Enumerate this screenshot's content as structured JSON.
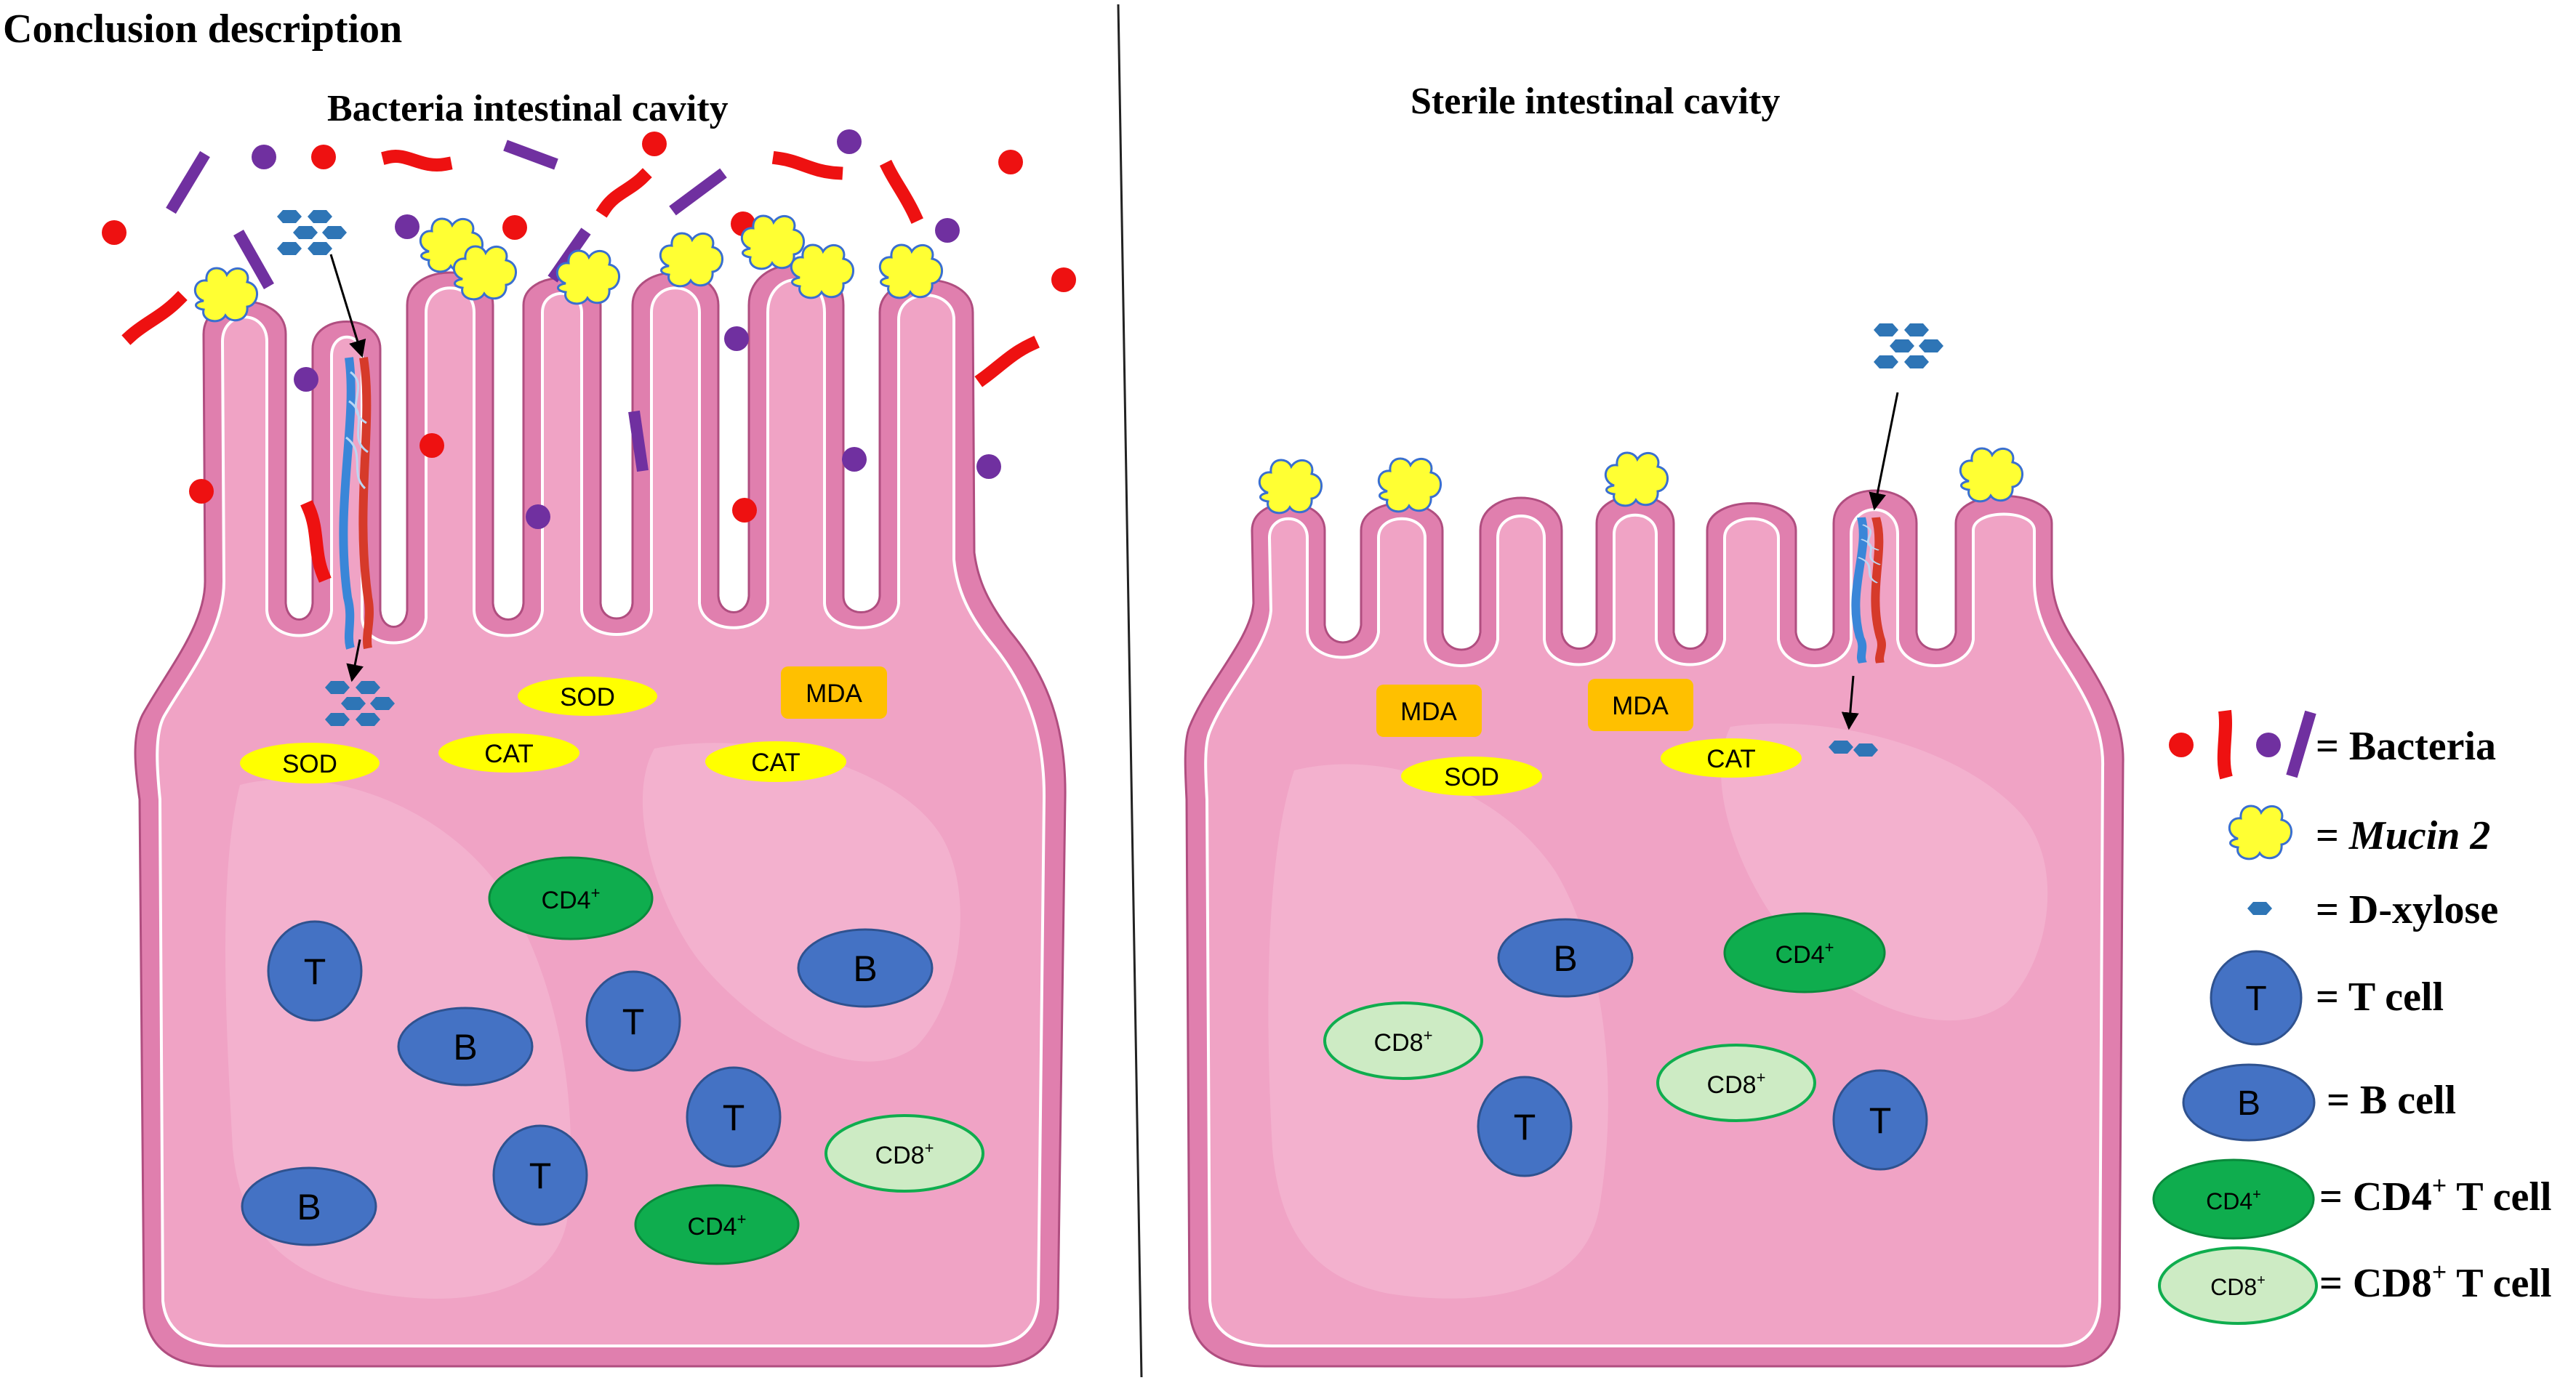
{
  "title": "Conclusion description",
  "panels": {
    "left": {
      "heading": "Bacteria intestinal cavity"
    },
    "right": {
      "heading": "Sterile intestinal cavity"
    }
  },
  "markers": {
    "sod": "SOD",
    "cat": "CAT",
    "mda": "MDA",
    "t": "T",
    "b": "B",
    "cd4": "CD4",
    "cd8": "CD8",
    "sup": "+"
  },
  "legend": {
    "bacteria": "= Bacteria",
    "mucin_prefix": "= ",
    "mucin_name": "Mucin 2",
    "dxylose": "= D-xylose",
    "tcell": "= T cell",
    "bcell": "= B cell",
    "cd4_prefix": "= CD4",
    "cd4_suffix": " T cell",
    "cd8_prefix": "= CD8",
    "cd8_suffix": " T cell"
  },
  "colors": {
    "tissue": "#f1a7c7",
    "tissue_outer": "#e07fae",
    "bacteria_red": "#ee1111",
    "bacteria_purple": "#7030a0",
    "mucin": "#ffff33",
    "dxylose": "#2e75b6",
    "t_b_cell": "#4472c4",
    "cd4": "#0fad4e",
    "cd8": "#cdebc4",
    "sod_cat": "#ffff00",
    "mda": "#ffc000"
  }
}
